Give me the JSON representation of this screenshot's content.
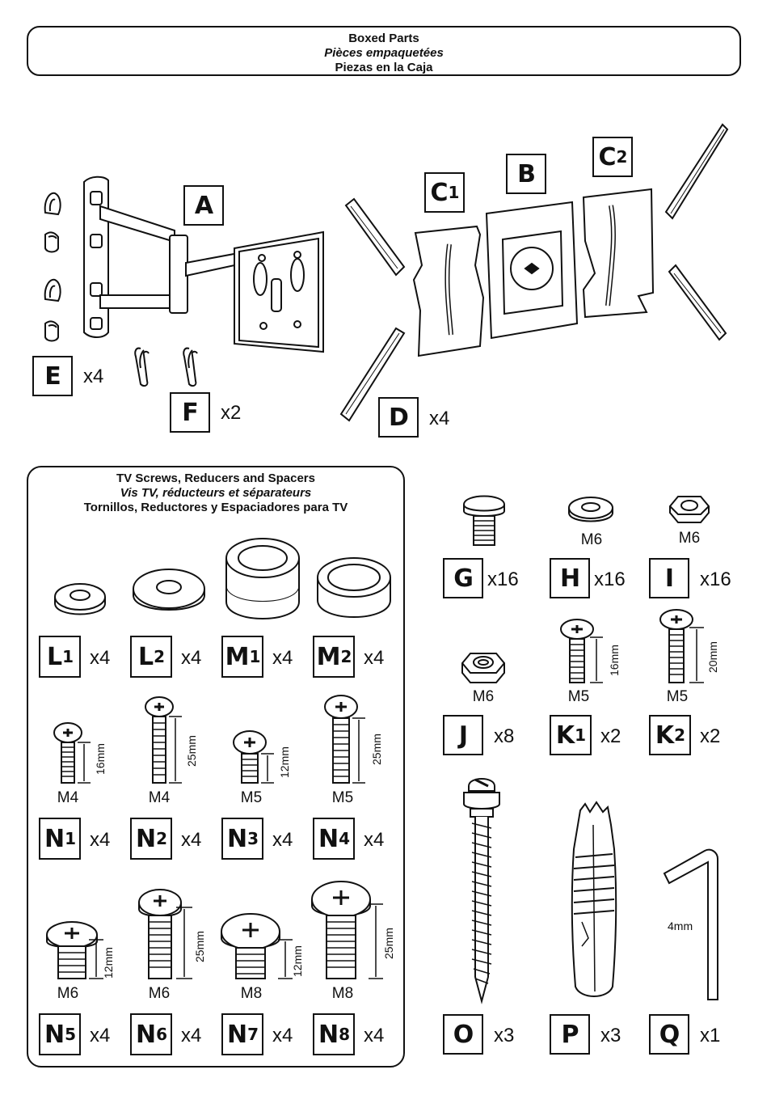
{
  "header": {
    "line1": "Boxed Parts",
    "line2": "Pièces empaquetées",
    "line3": "Piezas en la Caja"
  },
  "screw_section": {
    "line1": "TV Screws, Reducers and Spacers",
    "line2": "Vis TV, réducteurs et séparateurs",
    "line3": "Tornillos, Reductores y Espaciadores para TV"
  },
  "parts": {
    "A": {
      "letter": "A"
    },
    "B": {
      "letter": "B"
    },
    "C1": {
      "letter": "C",
      "sub": "1"
    },
    "C2": {
      "letter": "C",
      "sub": "2"
    },
    "D": {
      "letter": "D",
      "qty": "x4"
    },
    "E": {
      "letter": "E",
      "qty": "x4"
    },
    "F": {
      "letter": "F",
      "qty": "x2"
    },
    "G": {
      "letter": "G",
      "qty": "x16"
    },
    "H": {
      "letter": "H",
      "qty": "x16",
      "size": "M6"
    },
    "I": {
      "letter": "I",
      "qty": "x16",
      "size": "M6"
    },
    "J": {
      "letter": "J",
      "qty": "x8",
      "size": "M6"
    },
    "K1": {
      "letter": "K",
      "sub": "1",
      "qty": "x2",
      "size": "M5",
      "length": "16mm"
    },
    "K2": {
      "letter": "K",
      "sub": "2",
      "qty": "x2",
      "size": "M5",
      "length": "20mm"
    },
    "L1": {
      "letter": "L",
      "sub": "1",
      "qty": "x4"
    },
    "L2": {
      "letter": "L",
      "sub": "2",
      "qty": "x4"
    },
    "M1": {
      "letter": "M",
      "sub": "1",
      "qty": "x4"
    },
    "M2": {
      "letter": "M",
      "sub": "2",
      "qty": "x4"
    },
    "N1": {
      "letter": "N",
      "sub": "1",
      "qty": "x4",
      "size": "M4",
      "length": "16mm"
    },
    "N2": {
      "letter": "N",
      "sub": "2",
      "qty": "x4",
      "size": "M4",
      "length": "25mm"
    },
    "N3": {
      "letter": "N",
      "sub": "3",
      "qty": "x4",
      "size": "M5",
      "length": "12mm"
    },
    "N4": {
      "letter": "N",
      "sub": "4",
      "qty": "x4",
      "size": "M5",
      "length": "25mm"
    },
    "N5": {
      "letter": "N",
      "sub": "5",
      "qty": "x4",
      "size": "M6",
      "length": "12mm"
    },
    "N6": {
      "letter": "N",
      "sub": "6",
      "qty": "x4",
      "size": "M6",
      "length": "25mm"
    },
    "N7": {
      "letter": "N",
      "sub": "7",
      "qty": "x4",
      "size": "M8",
      "length": "12mm"
    },
    "N8": {
      "letter": "N",
      "sub": "8",
      "qty": "x4",
      "size": "M8",
      "length": "25mm"
    },
    "O": {
      "letter": "O",
      "qty": "x3"
    },
    "P": {
      "letter": "P",
      "qty": "x3"
    },
    "Q": {
      "letter": "Q",
      "qty": "x1",
      "length": "4mm"
    }
  }
}
